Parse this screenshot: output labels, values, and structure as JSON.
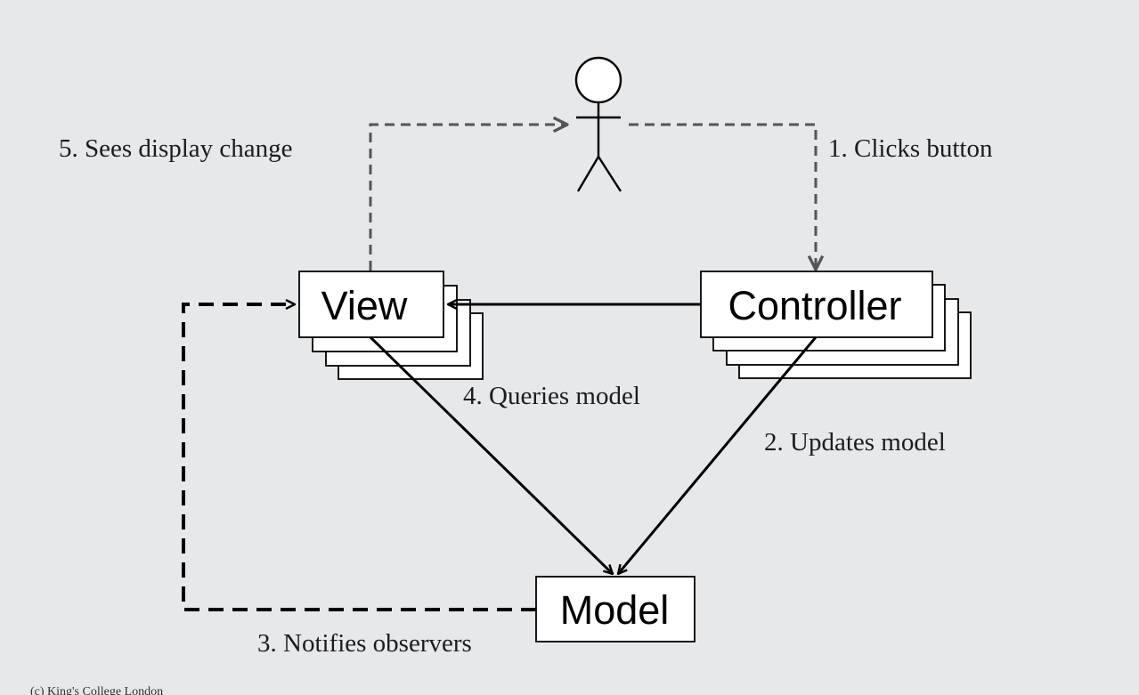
{
  "diagram": {
    "colors": {
      "background": "#e6e8ea",
      "box_fill": "#ffffff",
      "stroke": "#000000",
      "user_flow_stroke": "#555555",
      "notify_stroke": "#000000"
    },
    "nodes": {
      "view": {
        "label": "View"
      },
      "controller": {
        "label": "Controller"
      },
      "model": {
        "label": "Model"
      },
      "user": {
        "icon": "stick-figure-icon"
      }
    },
    "steps": {
      "step1": "1. Clicks button",
      "step2": "2. Updates model",
      "step3": "3. Notifies observers",
      "step4": "4. Queries model",
      "step5": "5. Sees display change"
    },
    "footer": "(c) King's College London"
  }
}
